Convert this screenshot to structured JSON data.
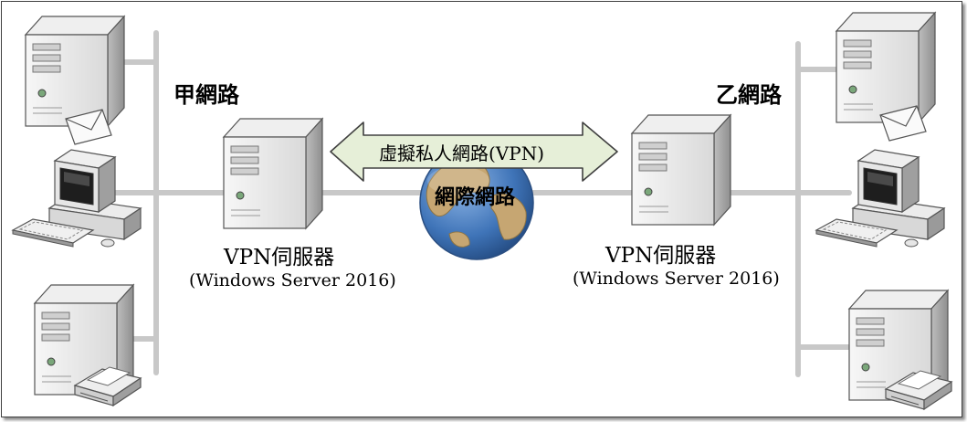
{
  "diagram": {
    "network_a_label": "甲網路",
    "network_b_label": "乙網路",
    "vpn_tunnel_label": "虛擬私人網路(VPN)",
    "internet_label": "網際網路",
    "left_server": {
      "title": "VPN伺服器",
      "subtitle": "(Windows Server 2016)"
    },
    "right_server": {
      "title": "VPN伺服器",
      "subtitle": "(Windows Server 2016)"
    }
  },
  "colors": {
    "network_line": "#c8c8c8",
    "arrow_fill": "#e6efd8",
    "arrow_stroke": "#404040",
    "globe_ocean": "#3f74b8",
    "globe_land": "#c6a672",
    "device_light": "#f4f4f4",
    "device_mid": "#d6d6d6",
    "device_dark": "#9a9a9a"
  }
}
